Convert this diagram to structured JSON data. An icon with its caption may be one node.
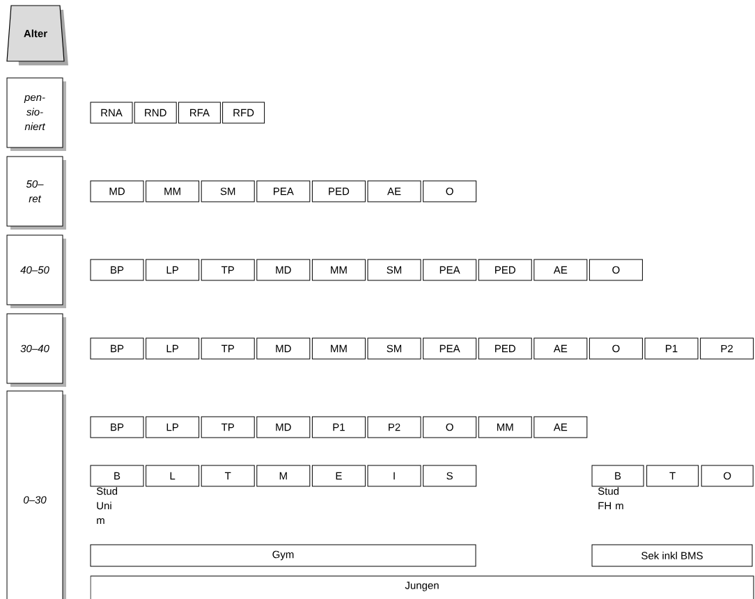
{
  "diagram": {
    "nodes": [
      {
        "text": [
          "Alter"
        ]
      },
      {
        "text": [
          "pen- sio- niert"
        ]
      },
      {
        "text": [
          "RNA"
        ]
      },
      {
        "text": [
          "RND"
        ]
      },
      {
        "text": [
          "RFA"
        ]
      },
      {
        "text": [
          "RFD"
        ]
      },
      {
        "text": [
          "50– ret"
        ]
      },
      {
        "text": [
          "MD"
        ]
      },
      {
        "text": [
          "MM"
        ]
      },
      {
        "text": [
          "SM"
        ]
      },
      {
        "text": [
          "PEA"
        ]
      },
      {
        "text": [
          "PED"
        ]
      },
      {
        "text": [
          "AE"
        ]
      },
      {
        "text": [
          "O"
        ]
      },
      {
        "text": [
          "40–50"
        ]
      },
      {
        "text": [
          "BP"
        ]
      },
      {
        "text": [
          "LP"
        ]
      },
      {
        "text": [
          "TP"
        ]
      },
      {
        "text": [
          "MD"
        ]
      },
      {
        "text": [
          "MM"
        ]
      },
      {
        "text": [
          "SM"
        ]
      },
      {
        "text": [
          "PEA"
        ]
      },
      {
        "text": [
          "PED"
        ]
      },
      {
        "text": [
          "AE"
        ]
      },
      {
        "text": [
          "O"
        ]
      },
      {
        "text": [
          "30–40"
        ]
      },
      {
        "text": [
          "BP"
        ]
      },
      {
        "text": [
          "LP"
        ]
      },
      {
        "text": [
          "TP"
        ]
      },
      {
        "text": [
          "MD"
        ]
      },
      {
        "text": [
          "MM"
        ]
      },
      {
        "text": [
          "SM"
        ]
      },
      {
        "text": [
          "PEA"
        ]
      },
      {
        "text": [
          "PED"
        ]
      },
      {
        "text": [
          "AE"
        ]
      },
      {
        "text": [
          "O"
        ]
      },
      {
        "text": [
          "P1"
        ]
      },
      {
        "text": [
          "P2"
        ]
      },
      {
        "text": [
          "0–30"
        ]
      },
      {
        "text": [
          "BP"
        ]
      },
      {
        "text": [
          "LP"
        ]
      },
      {
        "text": [
          "TP"
        ]
      },
      {
        "text": [
          "MD"
        ]
      },
      {
        "text": [
          "P1"
        ]
      },
      {
        "text": [
          "P2"
        ]
      },
      {
        "text": [
          "O"
        ]
      },
      {
        "text": [
          "MM"
        ]
      },
      {
        "text": [
          "AE"
        ]
      },
      {
        "text": [
          "B"
        ]
      },
      {
        "text": [
          "L"
        ]
      },
      {
        "text": [
          "T"
        ]
      },
      {
        "text": [
          "M"
        ]
      },
      {
        "text": [
          "E"
        ]
      },
      {
        "text": [
          "I"
        ]
      },
      {
        "text": [
          "S"
        ]
      },
      {
        "text": [
          "B"
        ]
      },
      {
        "text": [
          "T"
        ]
      },
      {
        "text": [
          "O"
        ]
      },
      {
        "text": [
          "Gym"
        ]
      },
      {
        "text": [
          "Sek inkl BMS"
        ]
      },
      {
        "text": [
          "Jungen"
        ]
      }
    ],
    "labels": [
      "Stud Uni m",
      "Stud FH m"
    ]
  }
}
